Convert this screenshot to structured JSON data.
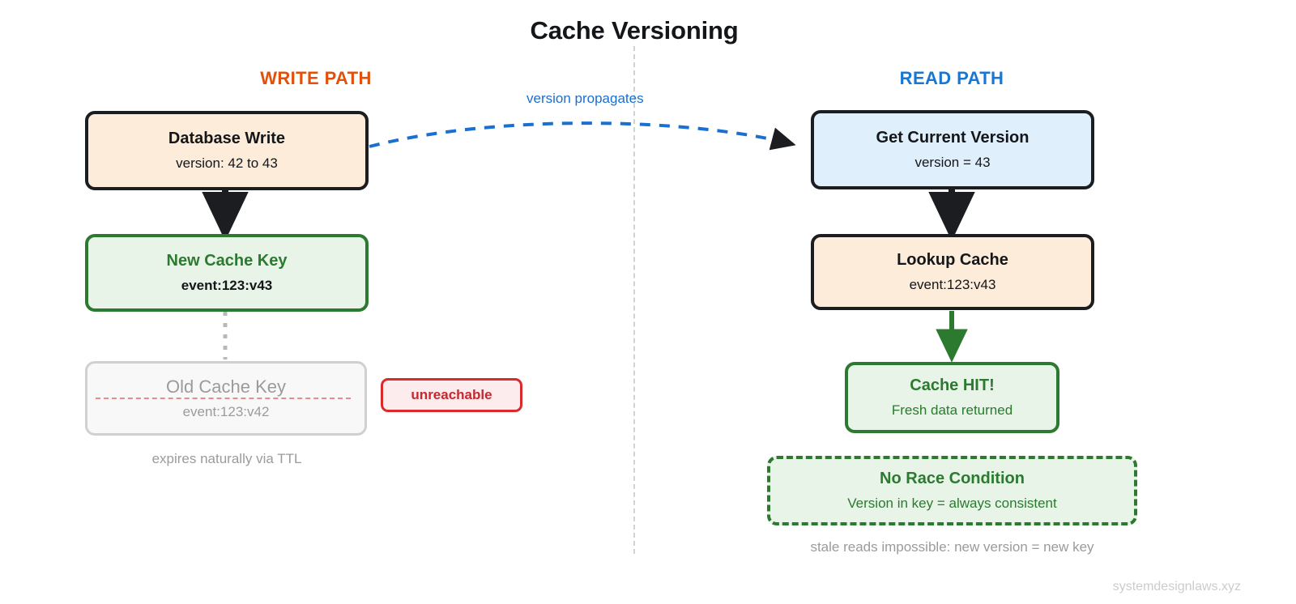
{
  "title": "Cache Versioning",
  "columns": {
    "write": {
      "label": "WRITE PATH",
      "color": "#e2510b"
    },
    "read": {
      "label": "READ PATH",
      "color": "#1877d2"
    }
  },
  "write_path": {
    "db_write": {
      "title": "Database Write",
      "sub": "version: 42 to 43"
    },
    "new_cache_key": {
      "title": "New Cache Key",
      "sub": "event:123:v43"
    },
    "old_cache_key": {
      "title": "Old Cache Key",
      "sub": "event:123:v42"
    },
    "badge": {
      "label": "unreachable"
    },
    "caption": "expires naturally via TTL"
  },
  "read_path": {
    "get_version": {
      "title": "Get Current Version",
      "sub": "version = 43"
    },
    "lookup_cache": {
      "title": "Lookup Cache",
      "sub": "event:123:v43"
    },
    "cache_hit": {
      "title": "Cache HIT!",
      "sub": "Fresh data returned"
    },
    "no_race": {
      "title": "No Race Condition",
      "sub": "Version in key = always consistent"
    },
    "caption": "stale reads impossible: new version = new key"
  },
  "connectors": {
    "version_propagates": "version propagates"
  },
  "footer": "systemdesignlaws.xyz",
  "palette": {
    "orange_accent": "#e2510b",
    "blue_accent": "#1877d2",
    "green_accent": "#2b7a2f",
    "red_accent": "#d92b2b",
    "gray_muted": "#9b9b9b",
    "box_orange_fill": "#fcecd9",
    "box_blue_fill": "#e0effc",
    "box_green_fill": "#e7f4e7",
    "box_gray_fill": "#f8f8f8",
    "ink": "#14161a"
  }
}
